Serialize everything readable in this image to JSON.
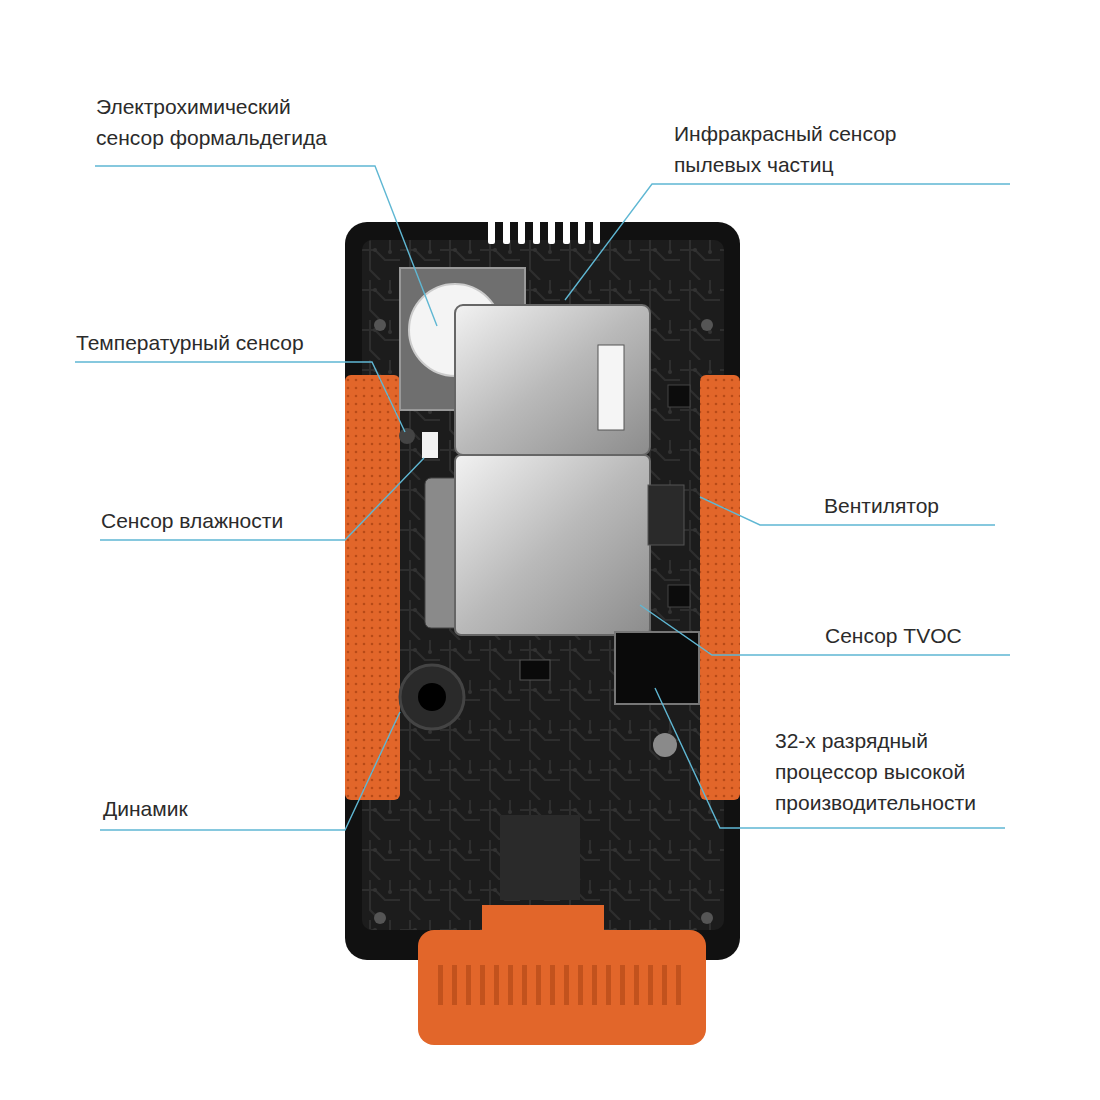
{
  "diagram": {
    "labels": [
      "Электрохимический сенсор формальдегида",
      "Инфракрасный сенсор пылевых частиц",
      "Температурный сенсор",
      "Вентилятор",
      "Сенсор влажности",
      "Сенсор TVOC",
      "32-х разрядный процессор высокой производительности",
      "Динамик"
    ]
  }
}
